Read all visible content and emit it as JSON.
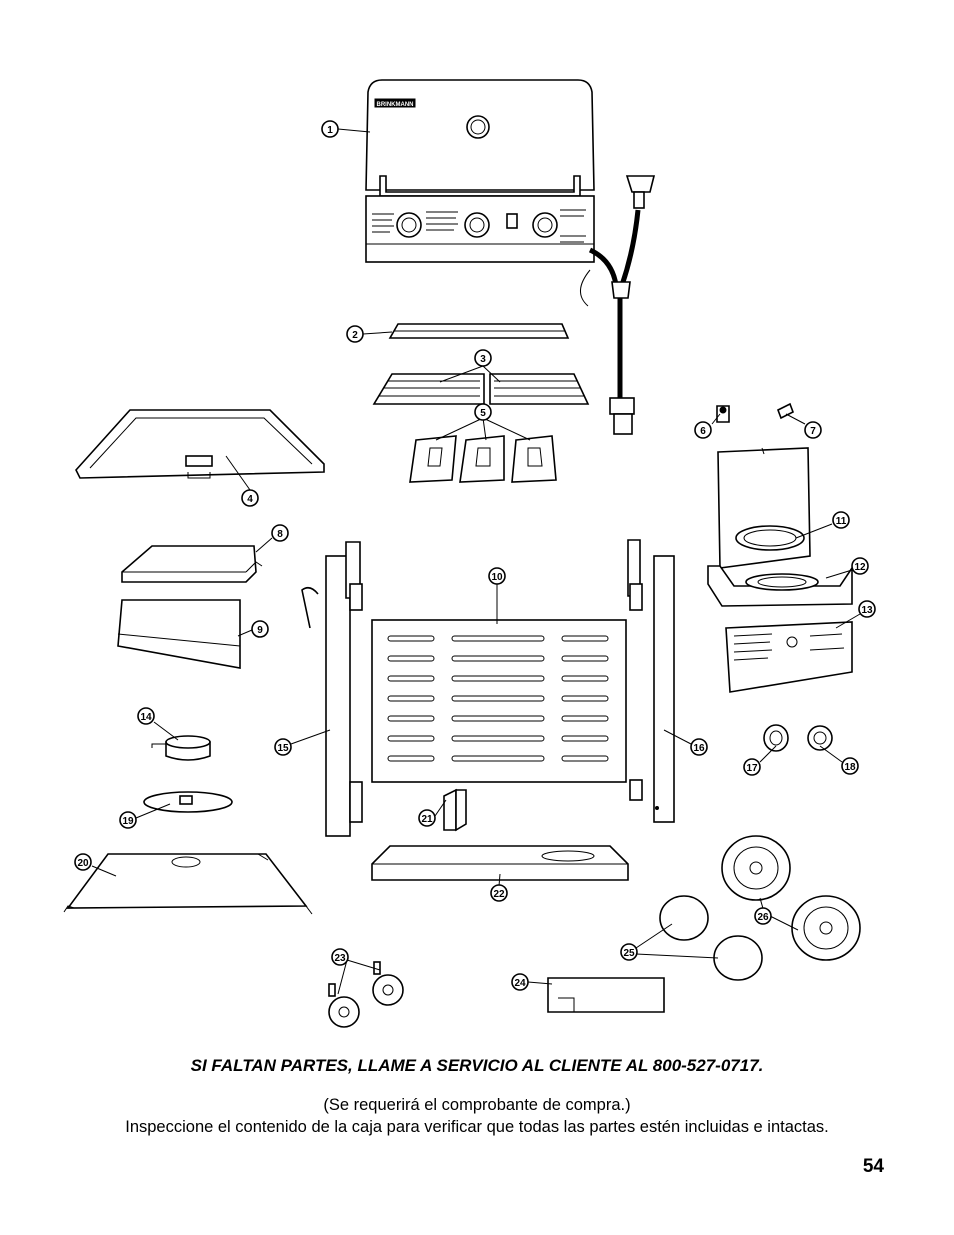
{
  "diagram": {
    "brand_label": "BRINKMANN",
    "callouts": [
      "1",
      "2",
      "3",
      "4",
      "5",
      "6",
      "7",
      "8",
      "9",
      "10",
      "11",
      "12",
      "13",
      "14",
      "15",
      "16",
      "17",
      "18",
      "19",
      "20",
      "21",
      "22",
      "23",
      "24",
      "25",
      "26"
    ]
  },
  "footer": {
    "warning": "SI FALTAN PARTES, LLAME A SERVICIO AL CLIENTE AL 800-527-0717.",
    "note_line1": "(Se requerirá el comprobante de compra.)",
    "note_line2": "Inspeccione el contenido de la caja para verificar que todas las partes estén incluidas e intactas.",
    "page_number": "54"
  }
}
